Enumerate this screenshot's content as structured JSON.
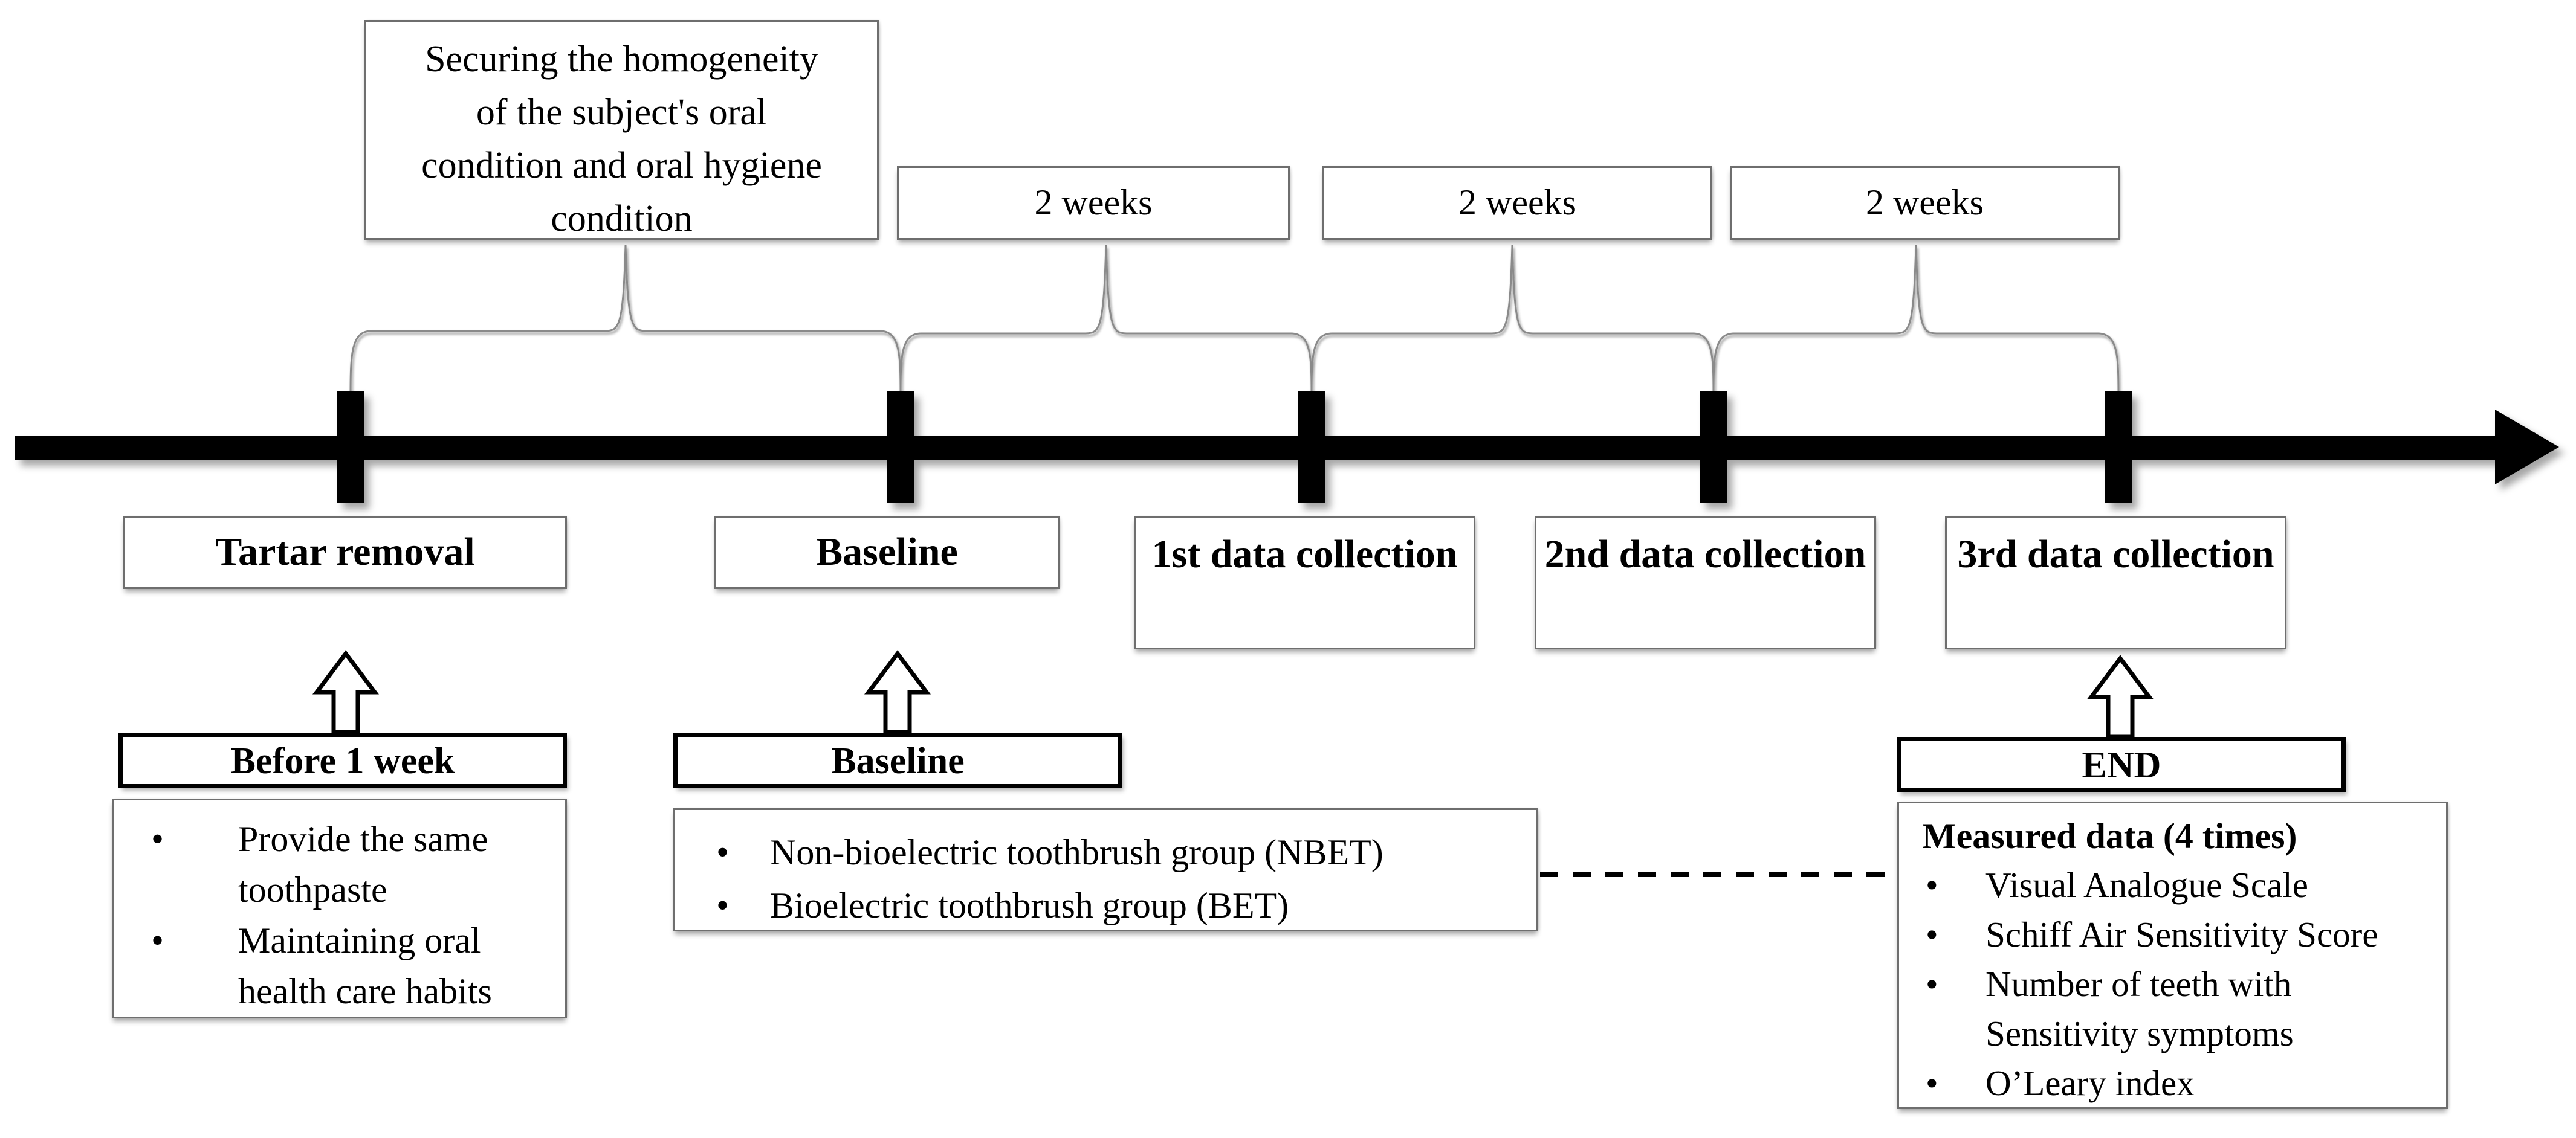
{
  "colors": {
    "text": "#000000",
    "thin_border": "#6e6e6e",
    "thick_border": "#000000",
    "timeline": "#000000",
    "brace": "#8a8a8a"
  },
  "securing_box": {
    "lines": [
      "Securing the homogeneity",
      "of the subject's oral",
      "condition and oral hygiene",
      "condition"
    ]
  },
  "interval_boxes": [
    {
      "label": "2 weeks"
    },
    {
      "label": "2 weeks"
    },
    {
      "label": "2 weeks"
    }
  ],
  "milestones": [
    {
      "label": "Tartar removal"
    },
    {
      "label": "Baseline"
    },
    {
      "label": "1st data collection"
    },
    {
      "label": "2nd data collection"
    },
    {
      "label": "3rd data collection"
    }
  ],
  "callouts": {
    "before": {
      "title": "Before 1 week",
      "items": [
        "Provide the same toothpaste",
        "Maintaining oral health care habits"
      ]
    },
    "baseline": {
      "title": "Baseline",
      "items": [
        "Non-bioelectric toothbrush group (NBET)",
        "Bioelectric toothbrush group (BET)"
      ]
    },
    "end": {
      "title": "END",
      "header": "Measured data (4 times)",
      "items": [
        "Visual Analogue Scale",
        "Schiff Air Sensitivity Score",
        "Number of teeth with Sensitivity symptoms",
        "O’Leary index"
      ]
    }
  }
}
